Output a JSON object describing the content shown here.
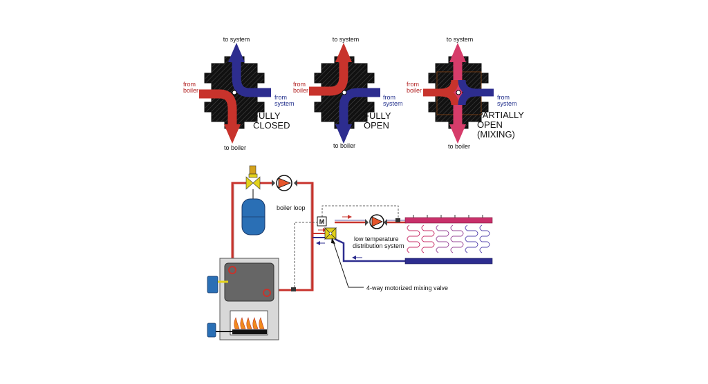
{
  "valve_states": [
    {
      "state_line1": "FULLY",
      "state_line2": "CLOSED",
      "state_line3": "",
      "to_system": "to system",
      "from_boiler_1": "from",
      "from_boiler_2": "boiler",
      "from_system_1": "from",
      "from_system_2": "system",
      "to_boiler": "to boiler"
    },
    {
      "state_line1": "FULLY",
      "state_line2": "OPEN",
      "state_line3": "",
      "to_system": "to system",
      "from_boiler_1": "from",
      "from_boiler_2": "boiler",
      "from_system_1": "from",
      "from_system_2": "system",
      "to_boiler": "to boiler"
    },
    {
      "state_line1": "PARTIALLY",
      "state_line2": "OPEN",
      "state_line3": "(MIXING)",
      "to_system": "to system",
      "from_boiler_1": "from",
      "from_boiler_2": "boiler",
      "from_system_1": "from",
      "from_system_2": "system",
      "to_boiler": "to boiler"
    }
  ],
  "system": {
    "boiler_loop": "boiler loop",
    "motor_label": "M",
    "distribution_line1": "low temperature",
    "distribution_line2": "distribution system",
    "valve_callout": "4-way motorized mixing valve"
  },
  "colors": {
    "hot": "#c8332c",
    "cold": "#2d2d8f",
    "mixed": "#d63c6a",
    "valve_body": "#1a1a1a",
    "boiler_casing": "#d8d8d8",
    "boiler_core": "#666666",
    "expansion_tank": "#2a6fb5",
    "relief_valve": "#e3d21a",
    "flame": "#f08a1c"
  }
}
